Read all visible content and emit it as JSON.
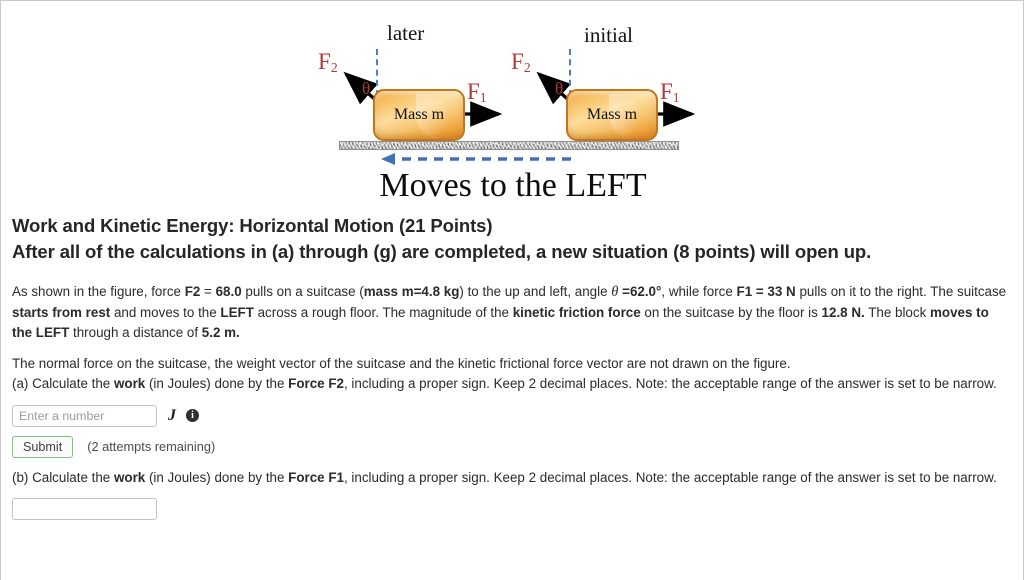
{
  "figure": {
    "label_later": "later",
    "label_initial": "initial",
    "block_label_left": "Mass m",
    "block_label_right": "Mass m",
    "force_f2_left": "F",
    "force_f2_left_sub": "2",
    "force_f1_left": "F",
    "force_f1_left_sub": "1",
    "force_f2_right": "F",
    "force_f2_right_sub": "2",
    "force_f1_right": "F",
    "force_f1_right_sub": "1",
    "theta_left": "θ",
    "theta_right": "θ",
    "caption": "Moves to the LEFT",
    "colors": {
      "force_label": "#b03b3b",
      "dashed_blue": "#4a7fc1",
      "block_fill": "#f0a33c",
      "block_border": "#c4761c",
      "floor": "#c0c0c0"
    }
  },
  "question": {
    "title_line1": "Work and Kinetic Energy: Horizontal Motion (21 Points)",
    "title_line2": "After all of the calculations in (a) through (g) are completed, a new situation (8 points) will open up.",
    "paragraph1": {
      "s1": "As shown in the figure,  force ",
      "b1": "F2",
      "s2": " = ",
      "b2": "68.0",
      "s3": " pulls on a suitcase  (",
      "b3": "mass m=4.8 kg",
      "s4": ") to the up and left, angle ",
      "theta": "θ",
      "b4": " =62.0°",
      "s5": ", while force ",
      "b5": "F1 = 33 N",
      "s6": " pulls on it to the right. The suitcase ",
      "b6": "starts from rest",
      "s7": " and moves to the ",
      "b7": "LEFT",
      "s8": " across a rough floor. The magnitude of the ",
      "b8": "kinetic friction force",
      "s9": " on the suitcase by the floor is ",
      "b9": "12.8 N.",
      "s10": " The block ",
      "b10": "moves to the LEFT",
      "s11": " through a distance of ",
      "b11": "5.2 m."
    },
    "paragraph2": "The normal force on the suitcase, the weight vector of the suitcase and the kinetic frictional force vector are not drawn on the figure.",
    "part_a": {
      "s1": "(a) Calculate the ",
      "b1": "work",
      "s2": " (in Joules) done by the ",
      "b2": "Force F2",
      "s3": ", including a proper sign.  Keep 2 decimal places. Note: the acceptable range of the answer is set to be narrow."
    },
    "part_b": {
      "s1": "(b)  Calculate the ",
      "b1": "work",
      "s2": " (in Joules) done by the ",
      "b2": "Force F1",
      "s3": ", including a proper sign.  Keep 2 decimal places. Note: the acceptable range of the answer is set to be narrow."
    }
  },
  "form_a": {
    "input_value": "",
    "input_placeholder": "Enter a number",
    "unit": "J",
    "info_icon": "i",
    "submit_label": "Submit",
    "attempts_text": "(2 attempts remaining)"
  },
  "form_b": {
    "input_value": "",
    "input_placeholder": ""
  }
}
